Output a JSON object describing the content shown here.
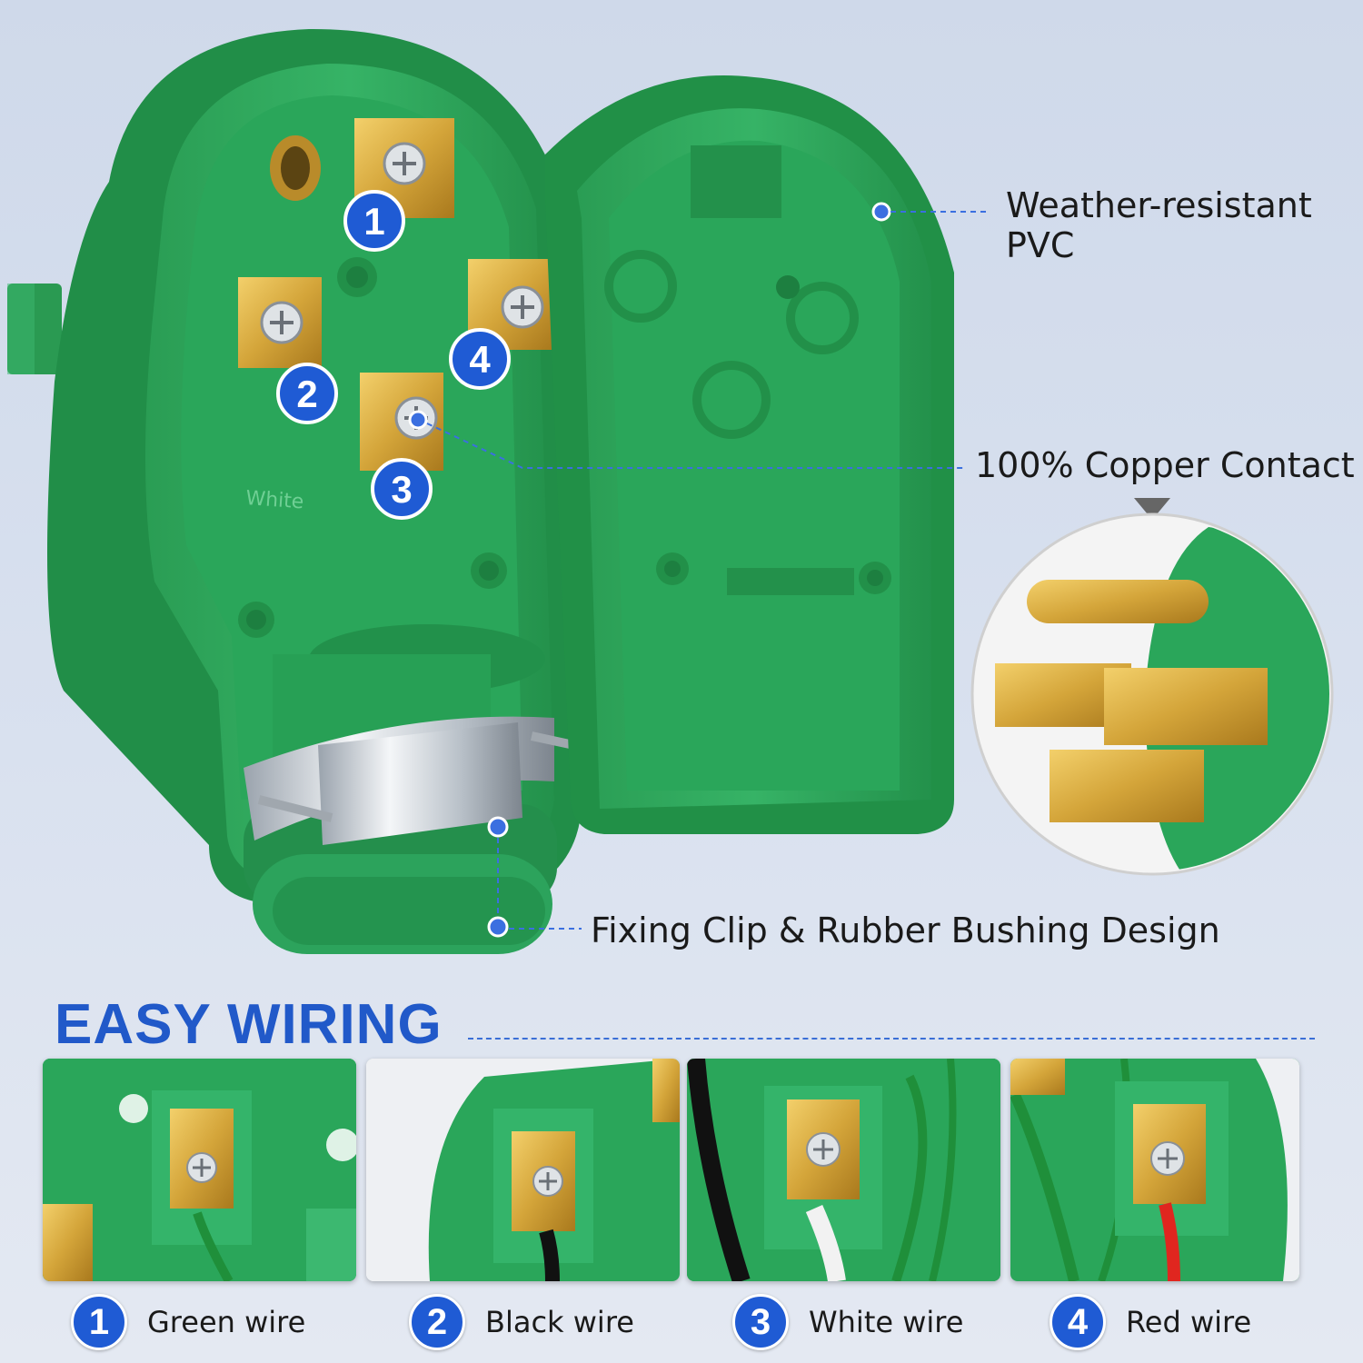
{
  "callouts": {
    "weather": "Weather-resistant\nPVC",
    "copper": "100% Copper Contact",
    "fixing": "Fixing Clip & Rubber Bushing Design"
  },
  "plug_text": {
    "white_mark": "White"
  },
  "terminal_numbers": [
    "1",
    "2",
    "3",
    "4"
  ],
  "easy_wiring": {
    "title": "EASY WIRING",
    "items": [
      {
        "num": "1",
        "label": "Green wire"
      },
      {
        "num": "2",
        "label": "Black wire"
      },
      {
        "num": "3",
        "label": "White wire"
      },
      {
        "num": "4",
        "label": "Red wire"
      }
    ]
  },
  "colors": {
    "plug_green": "#2fa75c",
    "plug_dark": "#1f8a47",
    "brass": "#d4a53a",
    "accent_blue": "#2159c9",
    "wire_green": "#1f8f3a",
    "wire_black": "#111111",
    "wire_white": "#f2f2f2",
    "wire_red": "#e0261f"
  }
}
